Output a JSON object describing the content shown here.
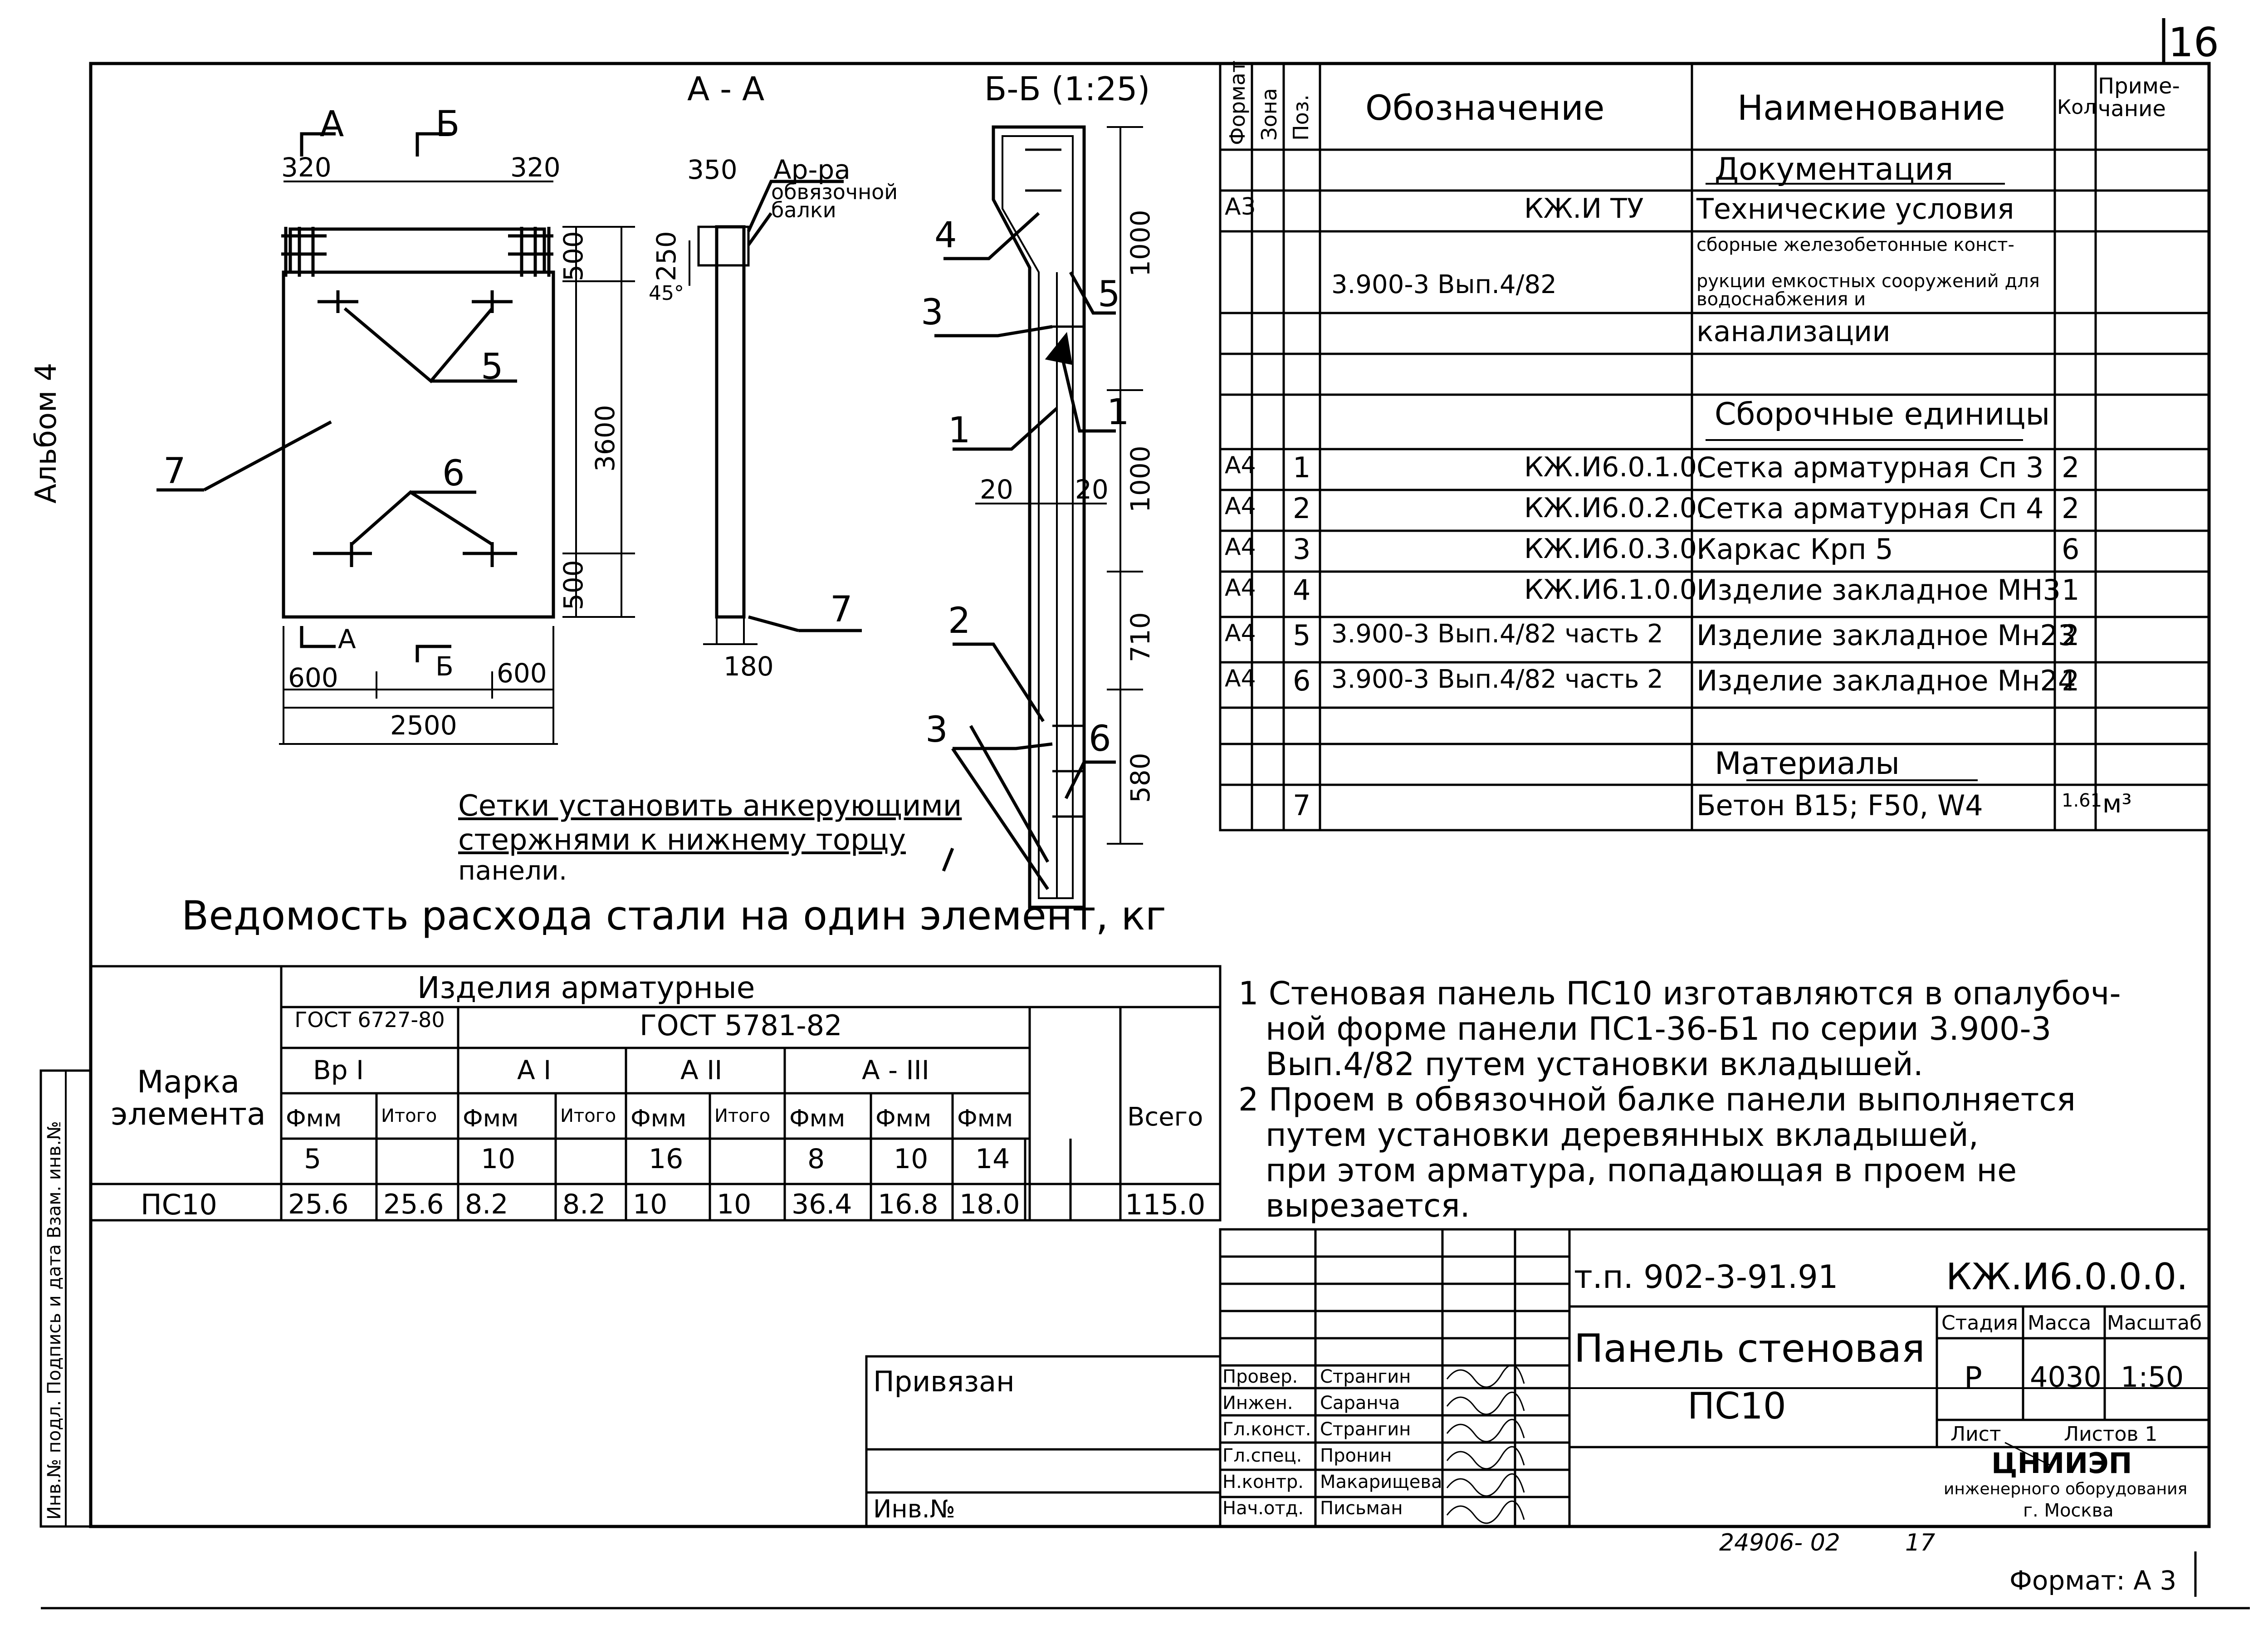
{
  "sheet": {
    "number": "16",
    "album": "Альбом 4",
    "format": "Формат: А 3",
    "archive": "24906- 02",
    "archive_page": "17",
    "side_stamp": "Инв.№ подл.  Подпись и дата  Взам. инв.№"
  },
  "drawing": {
    "section_aa": "А - А",
    "section_bb": "Б-Б (1:25)",
    "cut_a": "А",
    "cut_b": "Б",
    "dims": {
      "d320a": "320",
      "d320b": "320",
      "d500a": "500",
      "d500b": "500",
      "d3600": "3600",
      "d600a": "600",
      "d600b": "600",
      "d2500": "2500",
      "d350": "350",
      "d250": "250",
      "d45": "45°",
      "d180": "180",
      "d20a": "20",
      "d20b": "20",
      "d1000a": "1000",
      "d1000b": "1000",
      "d710": "710",
      "d580": "580"
    },
    "callouts": {
      "c1": "1",
      "c2": "2",
      "c3a": "3",
      "c3b": "3",
      "c4": "4",
      "c5a": "5",
      "c5b": "5",
      "c6a": "6",
      "c6b": "6",
      "c7a": "7",
      "c7b": "7"
    },
    "rebar_note": [
      "Ар-ра",
      "обвязочной",
      "балки"
    ],
    "mesh_note": [
      "Сетки установить анкерующими",
      "стержнями к нижнему торцу",
      "панели."
    ]
  },
  "spec_table": {
    "headers": {
      "format": "Формат",
      "zone": "Зона",
      "pos": "Поз.",
      "designation": "Обозначение",
      "name": "Наименование",
      "qty": "Кол",
      "note": "Приме- чание"
    },
    "rows": [
      {
        "kind": "section",
        "name": "Документация"
      },
      {
        "format": "А3",
        "pos": "",
        "designation": "КЖ.И ТУ",
        "name": "Технические условия",
        "qty": "",
        "note": ""
      },
      {
        "format": "",
        "pos": "",
        "designation": "",
        "name": "сборные железобетонные конст-",
        "qty": "",
        "note": ""
      },
      {
        "format": "",
        "pos": "",
        "designation": "3.900-3  Вып.4/82",
        "name": "рукции емкостных сооружений для водоснабжения и",
        "qty": "",
        "note": ""
      },
      {
        "format": "",
        "pos": "",
        "designation": "",
        "name": "канализации",
        "qty": "",
        "note": ""
      },
      {
        "kind": "section",
        "name": "Сборочные единицы"
      },
      {
        "format": "А4",
        "pos": "1",
        "designation": "КЖ.И6.0.1.0.",
        "name": "Сетка арматурная Сп 3",
        "qty": "2",
        "note": ""
      },
      {
        "format": "А4",
        "pos": "2",
        "designation": "КЖ.И6.0.2.0.",
        "name": "Сетка арматурная Сп 4",
        "qty": "2",
        "note": ""
      },
      {
        "format": "А4",
        "pos": "3",
        "designation": "КЖ.И6.0.3.0.",
        "name": "Каркас           Крп 5",
        "qty": "6",
        "note": ""
      },
      {
        "format": "А4",
        "pos": "4",
        "designation": "КЖ.И6.1.0.0.",
        "name": "Изделие закладное МН3",
        "qty": "1",
        "note": ""
      },
      {
        "format": "А4",
        "pos": "5",
        "designation": "3.900-3 Вып.4/82 часть 2",
        "name": "Изделие закладное Мн23",
        "qty": "2",
        "note": ""
      },
      {
        "format": "А4",
        "pos": "6",
        "designation": "3.900-3 Вып.4/82 часть 2",
        "name": "Изделие закладное Мн24",
        "qty": "2",
        "note": ""
      },
      {
        "kind": "blank"
      },
      {
        "kind": "section",
        "name": "Материалы"
      },
      {
        "format": "",
        "pos": "7",
        "designation": "",
        "name": "Бетон В15; F50, W4",
        "qty": "1.61",
        "note": "м³"
      }
    ]
  },
  "steel_table": {
    "title": "Ведомость расхода стали на один элемент, кг",
    "mark_header": "Марка элемента",
    "group_header": "Изделия арматурные",
    "gost_a": "ГОСТ 6727-80",
    "gost_b": "ГОСТ 5781-82",
    "classes": [
      "Вр I",
      "А I",
      "А II",
      "А - III"
    ],
    "sub": [
      "Фмм",
      "Итого",
      "Фмм",
      "Итого",
      "Фмм",
      "Итого",
      "Фмм",
      "Фмм",
      "Фмм"
    ],
    "diams": [
      "5",
      "",
      "10",
      "",
      "16",
      "",
      "8",
      "10",
      "14"
    ],
    "total_header": "Всего",
    "row": {
      "mark": "ПС10",
      "values": [
        "25.6",
        "25.6",
        "8.2",
        "8.2",
        "10",
        "10",
        "36.4",
        "16.8",
        "18.0"
      ],
      "total": "115.0"
    }
  },
  "notes": [
    "1  Стеновая панель ПС10 изготавляются в опалубоч-",
    "ной форме панели  ПС1-36-Б1 по серии 3.900-3",
    "Вып.4/82 путем установки вкладышей.",
    "2  Проем в обвязочной балке панели выполняется",
    "путем установки деревянных вкладышей,",
    "при этом арматура, попадающая в проем не",
    "вырезается."
  ],
  "title_block": {
    "project": "т.п. 902-3-91.91",
    "code": "КЖ.И6.0.0.0.",
    "title_line1": "Панель стеновая",
    "title_line2": "ПС10",
    "stage_label": "Стадия",
    "mass_label": "Масса",
    "scale_label": "Масштаб",
    "stage": "Р",
    "mass": "4030",
    "scale": "1:50",
    "sheet_label": "Лист",
    "sheets_label": "Листов 1",
    "org1": "ЦНИИЭП",
    "org2": "инженерного оборудования",
    "org3": "г. Москва",
    "bound": "Привязан",
    "inv": "Инв.№",
    "roles": [
      "Провер.",
      "Инжен.",
      "Гл.конст.",
      "Гл.спец.",
      "Н.контр.",
      "Нач.отд."
    ],
    "names": [
      "Странгин",
      "Саранча",
      "Странгин",
      "Пронин",
      "Макарищева",
      "Письман"
    ]
  }
}
